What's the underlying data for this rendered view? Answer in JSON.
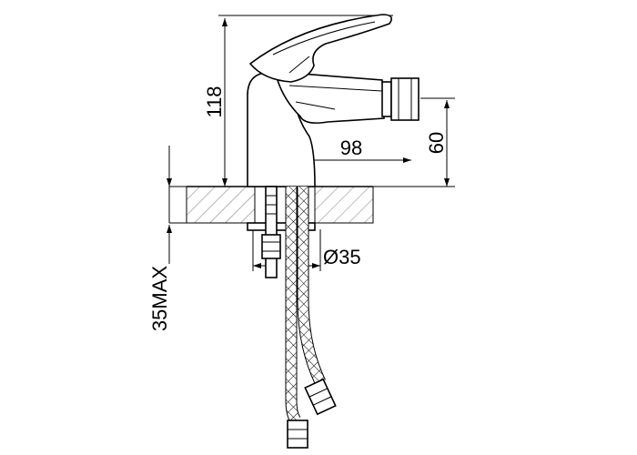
{
  "dimensions": {
    "height_total": "118",
    "spout_height": "60",
    "spout_reach": "98",
    "hole_diameter": "Ø35",
    "max_thickness": "35MAX"
  }
}
